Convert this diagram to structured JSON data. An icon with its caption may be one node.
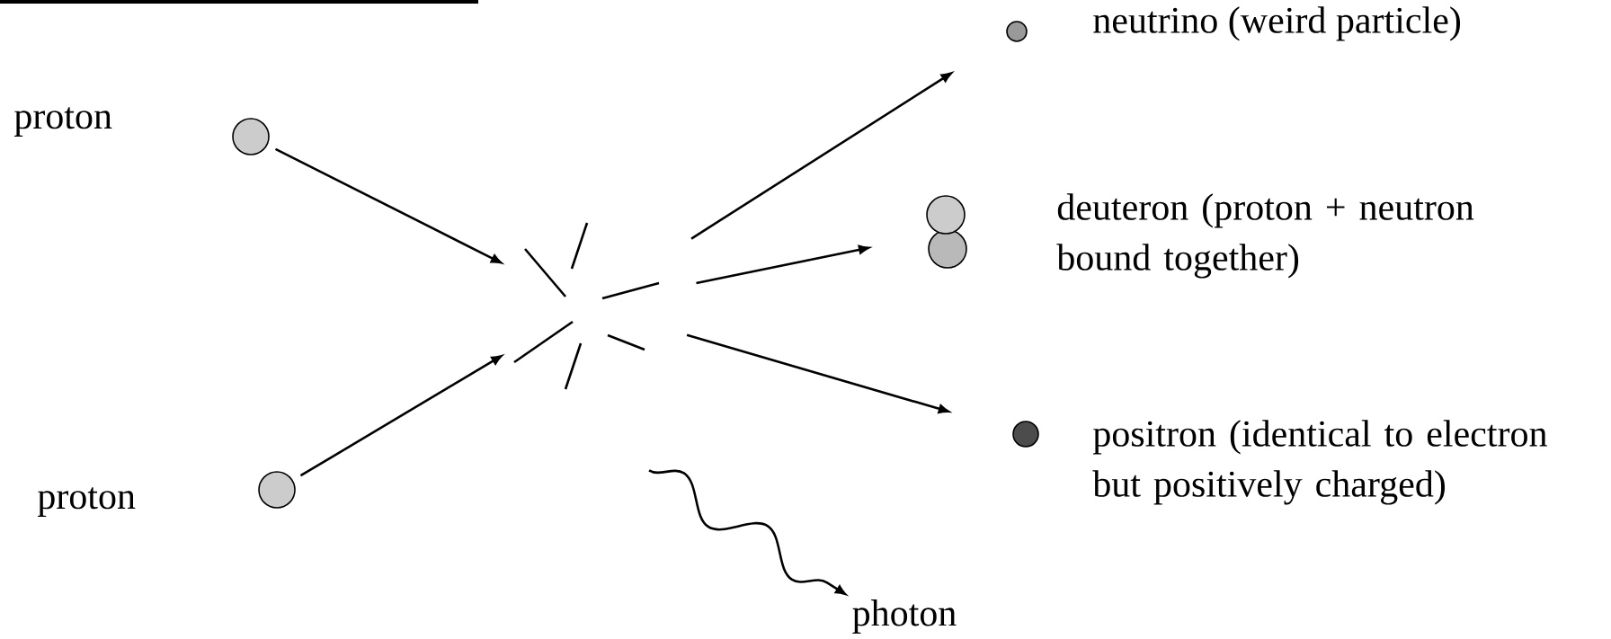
{
  "diagram": {
    "nodes": [
      {
        "text": [],
        "shape": "circle",
        "beside": [
          "proton"
        ]
      },
      {
        "text": [],
        "shape": "circle",
        "beside": [
          "proton"
        ]
      },
      {
        "text": [],
        "shape": "star"
      },
      {
        "text": [],
        "shape": "circle",
        "beside": [
          "neutrino (weird particle)"
        ]
      },
      {
        "text": [],
        "shape": "circle",
        "beside": [
          "deuteron (proton + neutron bound together)"
        ]
      },
      {
        "text": [],
        "shape": "circle",
        "beside": [
          "positron (identical to electron but positively charged)"
        ]
      },
      {
        "text": [
          "photon"
        ]
      }
    ],
    "edges": [
      {
        "from": 0,
        "to": 2,
        "arrow": "to"
      },
      {
        "from": 1,
        "to": 2,
        "arrow": "to"
      },
      {
        "from": 2,
        "to": 3,
        "arrow": "to"
      },
      {
        "from": 2,
        "to": 4,
        "arrow": "to"
      },
      {
        "from": 2,
        "to": 5,
        "arrow": "to"
      },
      {
        "from": 2,
        "to": 6,
        "arrow": "to"
      }
    ]
  }
}
